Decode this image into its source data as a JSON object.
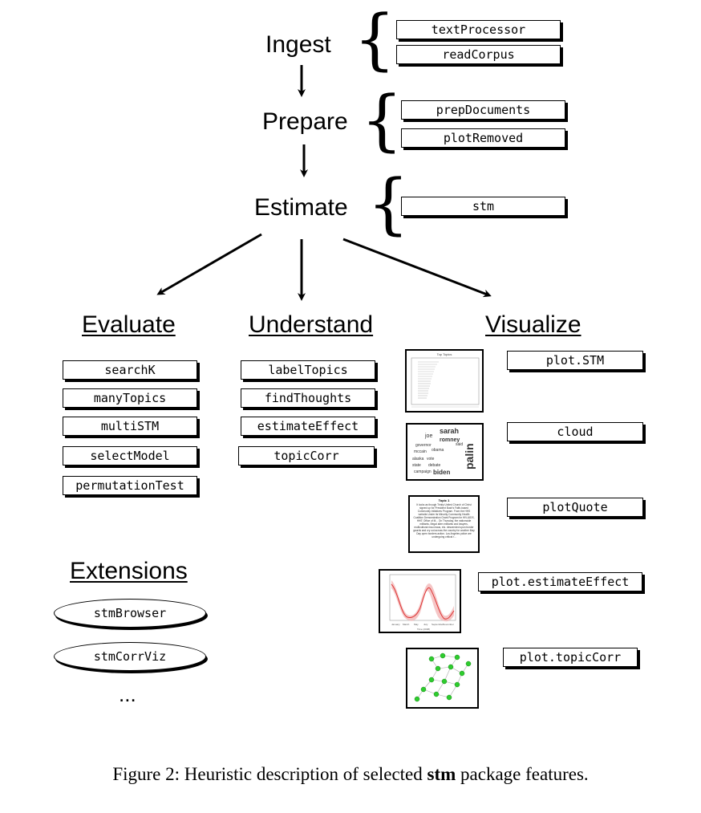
{
  "pipeline": {
    "ingest": {
      "label": "Ingest",
      "functions": [
        "textProcessor",
        "readCorpus"
      ]
    },
    "prepare": {
      "label": "Prepare",
      "functions": [
        "prepDocuments",
        "plotRemoved"
      ]
    },
    "estimate": {
      "label": "Estimate",
      "functions": [
        "stm"
      ]
    }
  },
  "branches": {
    "evaluate": {
      "label": "Evaluate",
      "functions": [
        "searchK",
        "manyTopics",
        "multiSTM",
        "selectModel",
        "permutationTest"
      ]
    },
    "understand": {
      "label": "Understand",
      "functions": [
        "labelTopics",
        "findThoughts",
        "estimateEffect",
        "topicCorr"
      ]
    },
    "visualize": {
      "label": "Visualize",
      "functions": [
        "plot.STM",
        "cloud",
        "plotQuote",
        "plot.estimateEffect",
        "plot.topicCorr"
      ]
    }
  },
  "extensions": {
    "label": "Extensions",
    "items": [
      "stmBrowser",
      "stmCorrViz"
    ],
    "more": "..."
  },
  "thumbnails": {
    "cloud_words": [
      "sarah",
      "joe",
      "romney",
      "governor",
      "palin",
      "biden",
      "mccain",
      "obama",
      "alaska",
      "vote",
      "state",
      "debate",
      "campaign",
      "said"
    ],
    "quote_title": "Topic 1",
    "quote_text": "It looks as though Trinity United Church of Christ signed up for President Bush's Faith-based Community Initiatives Program. From the HHS website-Under its Minority Community Health Coalition Demonstration Grant Program for HIV-AIDS, HHS' Office of M... On Thursday, the nationwide militants, illegal alien militants and lawyers, multicultural mau maus, etc. descended upon border gaurds and cry out across the country for another May Day open borders action. Los Angeles police are undergoing critical r...",
    "effect_xaxis": [
      "January",
      "March",
      "May",
      "July",
      "September",
      "November"
    ],
    "effect_xlabel": "Time (2008)",
    "plot_stm_title": "Top Topics"
  },
  "caption": {
    "prefix": "Figure 2: Heuristic description of selected ",
    "bold": "stm",
    "suffix": " package features."
  }
}
